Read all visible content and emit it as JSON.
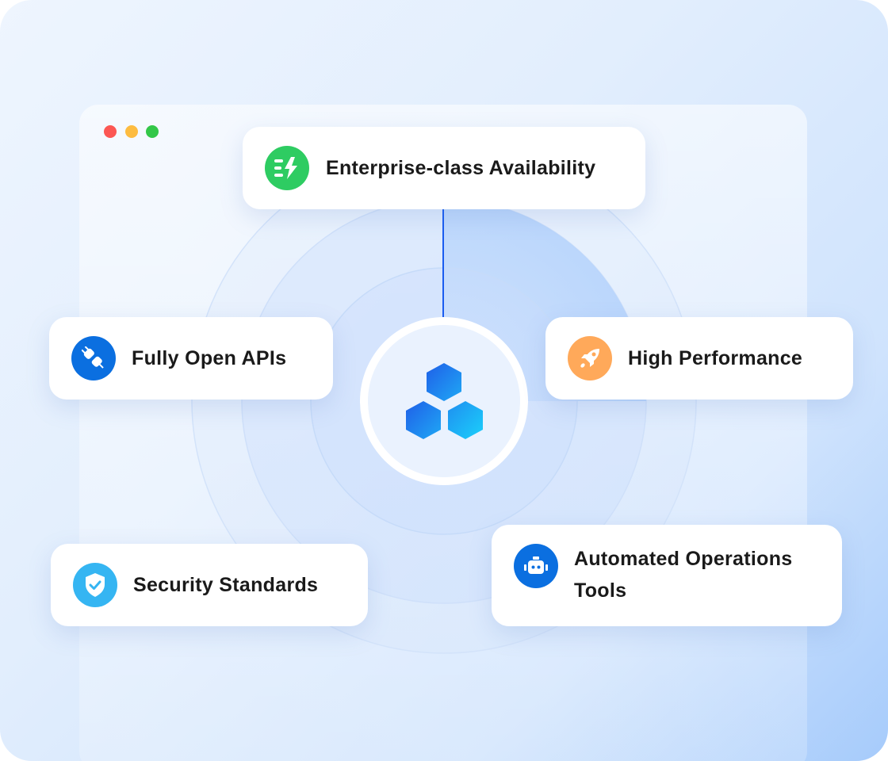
{
  "window_controls": {
    "close": "#fc5753",
    "minimize": "#fdbc40",
    "maximize": "#33c748"
  },
  "hub": {
    "icon": "hexagon-cluster-logo"
  },
  "features": [
    {
      "label": "Enterprise-class Availability",
      "icon": "lightning-speed-icon",
      "color": "#2ecc62"
    },
    {
      "label": "Fully Open APIs",
      "icon": "plug-icon",
      "color": "#0b6fe0"
    },
    {
      "label": "High Performance",
      "icon": "rocket-icon",
      "color": "#ffa95a"
    },
    {
      "label": "Security Standards",
      "icon": "shield-check-icon",
      "color": "#35b5f2"
    },
    {
      "label_line1": "Automated Operations",
      "label_line2": "Tools",
      "icon": "robot-icon",
      "color": "#0b6fe0"
    }
  ]
}
